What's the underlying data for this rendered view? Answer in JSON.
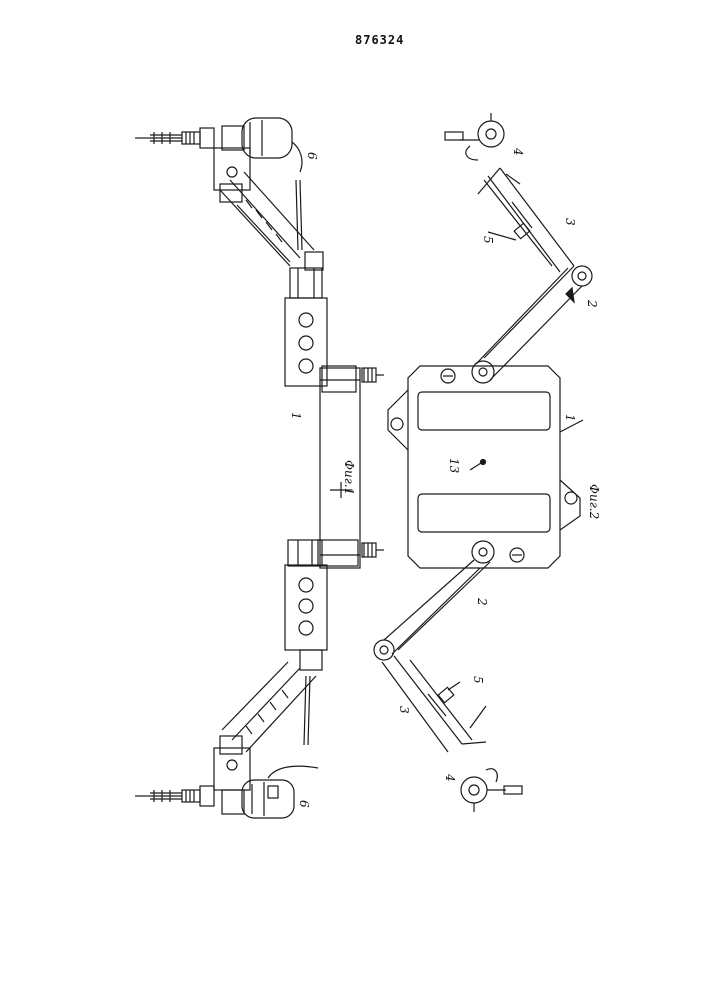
{
  "page": {
    "number": "876324"
  },
  "figures": [
    {
      "caption": "Фиг.1",
      "labels": {
        "body": "1",
        "tool_top": "6",
        "tool_bottom": "6"
      }
    },
    {
      "caption": "Фиг.2",
      "labels": {
        "platform": "1",
        "pivot": "13",
        "arm_upper_2": "2",
        "arm_upper_3": "3",
        "arm_upper_4": "4",
        "arm_upper_5": "5",
        "arm_lower_2": "2",
        "arm_lower_3": "3",
        "arm_lower_4": "4",
        "arm_lower_5": "5"
      }
    }
  ],
  "colors": {
    "ink": "#1a1a1a",
    "paper": "#ffffff"
  }
}
